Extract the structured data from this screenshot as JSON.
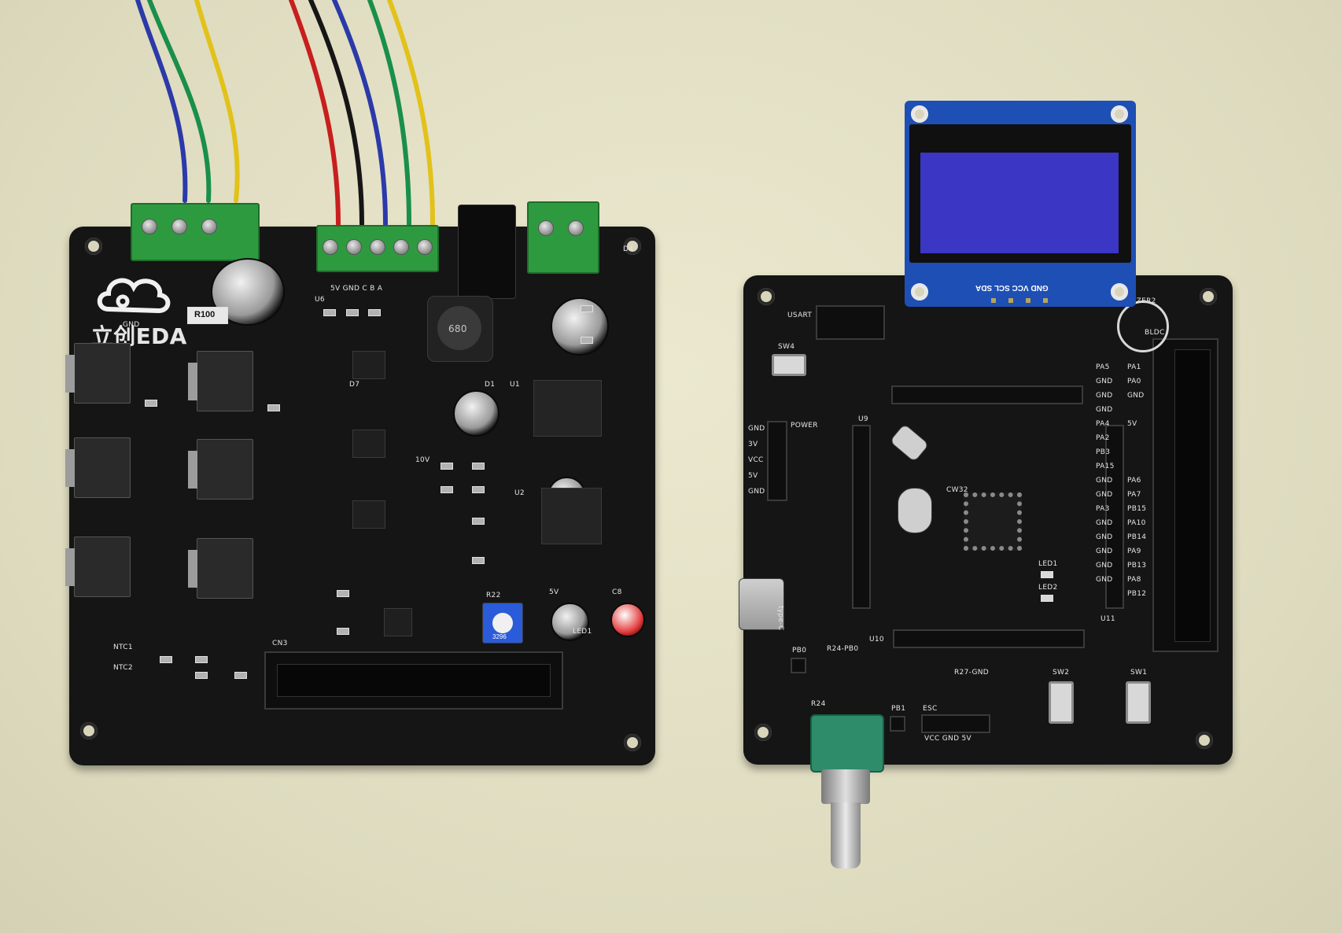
{
  "left_board": {
    "logo_text": "立创EDA",
    "labels": {
      "r100": "R100",
      "ind": "680",
      "gnd": "GND",
      "u6": "U6",
      "five_v": "5V",
      "pins_abc": "5V GND C B A",
      "cn3": "CN3",
      "led1": "LED1",
      "r22": "R22",
      "ten_v": "10V",
      "ntc1": "NTC1",
      "ntc2": "NTC2",
      "d1": "D1",
      "d4": "D4",
      "d7": "D7",
      "u1": "U1",
      "u2": "U2",
      "c8": "C8",
      "pot": "3296"
    },
    "wires": [
      "#2b3aa8",
      "#1a8f4a",
      "#e2c21a",
      "#c81e1e",
      "#161616",
      "#2b3aa8",
      "#1a8f4a",
      "#e2c21a"
    ]
  },
  "right_board": {
    "oled_header": "GND VCC SCL SDA",
    "labels": {
      "usart": "USART",
      "power": "POWER",
      "sw4": "SW4",
      "sw1": "SW1",
      "sw2": "SW2",
      "bldc": "BLDC",
      "buzzer": "BUZZER2",
      "cw32": "CW32",
      "u9": "U9",
      "u10": "U10",
      "u11": "U11",
      "esc": "ESC",
      "pb0": "PB0",
      "pb1": "PB1",
      "r24": "R24",
      "r24pb0": "R24-PB0",
      "r27gnd": "R27-GND",
      "typec": "type-C",
      "led1": "LED1",
      "led2": "LED2",
      "esc_pins": "VCC GND 5V",
      "left_pins": [
        "GND",
        "3V",
        "VCC",
        "5V",
        "GND"
      ],
      "pins_col1": [
        "PA5",
        "GND",
        "GND",
        "GND",
        "PA4",
        "PA2",
        "PB3",
        "PA15",
        "GND",
        "GND",
        "PA3",
        "GND",
        "GND",
        "GND",
        "GND",
        "GND"
      ],
      "pins_col2": [
        "PA1",
        "PA0",
        "GND",
        "5V",
        "PA6",
        "PA7",
        "PB15",
        "PA10",
        "PB14",
        "PA9",
        "PB13",
        "PA8",
        "PB12"
      ]
    }
  }
}
